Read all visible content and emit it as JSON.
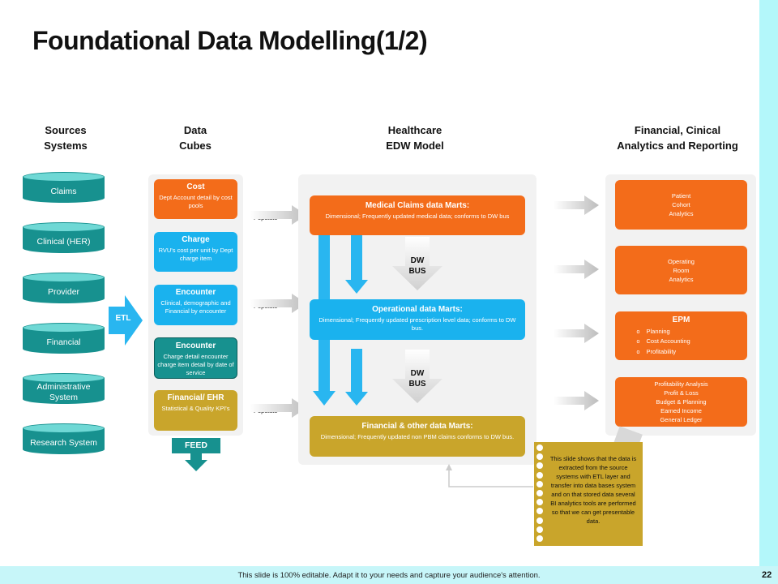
{
  "title": "Foundational Data Modelling(1/2)",
  "columns": {
    "sources": [
      "Sources",
      "Systems"
    ],
    "cubes": [
      "Data",
      "Cubes"
    ],
    "edw": [
      "Healthcare",
      "EDW Model"
    ],
    "reporting": [
      "Financial, Cinical",
      "Analytics and Reporting"
    ]
  },
  "sources": [
    "Claims",
    "Clinical (HER)",
    "Provider",
    "Financial",
    "Administrative System",
    "Research System"
  ],
  "etl_label": "ETL",
  "feed_label": "FEED",
  "cubes": [
    {
      "title": "Cost",
      "desc": "Dept Account detail by cost pools"
    },
    {
      "title": "Charge",
      "desc": "RVU's cost per unit by Dept charge item"
    },
    {
      "title": "Encounter",
      "desc": "Clinical, demographic and Financial by encounter"
    },
    {
      "title": "Encounter",
      "desc": "Charge detail encounter charge item detail by date of service"
    },
    {
      "title": "Financial/ EHR",
      "desc": "Statistical & Quality KPI's"
    }
  ],
  "populate_label": "Populate",
  "marts": [
    {
      "title": "Medical Claims data Marts:",
      "desc": "Dimensional; Frequently updated medical data; conforms to DW bus"
    },
    {
      "title": "Operational  data Marts:",
      "desc": "Dimensional; Frequently updated prescription level data; conforms to DW bus."
    },
    {
      "title": "Financial & other data Marts:",
      "desc": "Dimensional; Frequently updated non PBM claims conforms to DW bus."
    }
  ],
  "bus_label": [
    "DW",
    "BUS"
  ],
  "reports": {
    "patient": [
      "Patient",
      "Cohort",
      "Analytics"
    ],
    "operating": [
      "Operating",
      "Room",
      "Analytics"
    ],
    "epm_title": "EPM",
    "epm_items": [
      "Planning",
      "Cost Accounting",
      "Profitability"
    ],
    "profit": [
      "Profitability  Analysis",
      "Profit & Loss",
      "Budget & Planning",
      "Earned  Income",
      "General  Ledger"
    ]
  },
  "note": "This slide shows that the data is extracted  from the source systems with ETL layer and transfer  into data bases system and on that stored data several  BI analytics tools are performed  so that we can get presentable  data.",
  "footer": "This slide is 100% editable.  Adapt it to your needs and capture your audience's attention.",
  "page_number": "22",
  "colors": {
    "teal": "#17918f",
    "orange": "#f36c1a",
    "blue": "#1ab2ee",
    "gold": "#c9a52b",
    "arrow_blue": "#29b6f0"
  }
}
